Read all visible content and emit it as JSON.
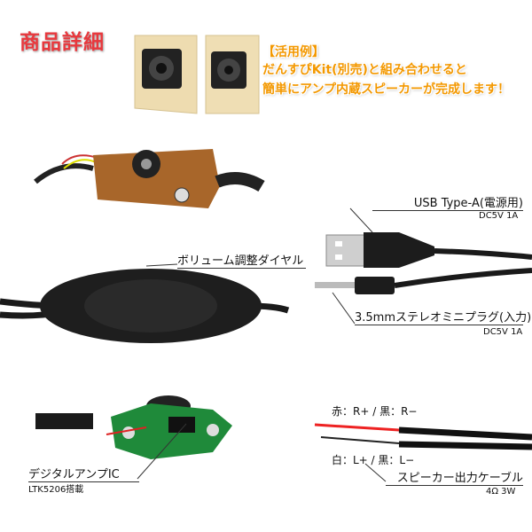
{
  "header": {
    "title": "商品詳細"
  },
  "promo": {
    "line1": "【活用例】",
    "line2": "だんすぴKit(別売)と組み合わせると",
    "line3": "簡単にアンプ内蔵スピーカーが完成します！",
    "color": "#f39800"
  },
  "callouts": {
    "usb": {
      "label": "USB Type-A(電源用)",
      "spec": "DC5V 1A"
    },
    "jack": {
      "label": "3.5mmステレオミニプラグ(入力)",
      "spec": "DC5V 1A"
    },
    "volume": {
      "label": "ボリューム調整ダイヤル"
    },
    "amp_ic": {
      "label": "デジタルアンプIC",
      "spec": "LTK5206搭載"
    },
    "wire_r": {
      "label": "赤：R+ / 黒：R−"
    },
    "wire_l": {
      "label": "白：L+ / 黒：L−"
    },
    "speaker_cable": {
      "label": "スピーカー出力ケーブル",
      "spec": "4Ω 3W"
    }
  },
  "colors": {
    "title": "#e8383d",
    "cardboard": "#eedcb0",
    "pcb_green": "#1f8a3a",
    "pcb_brown": "#a8662a"
  }
}
